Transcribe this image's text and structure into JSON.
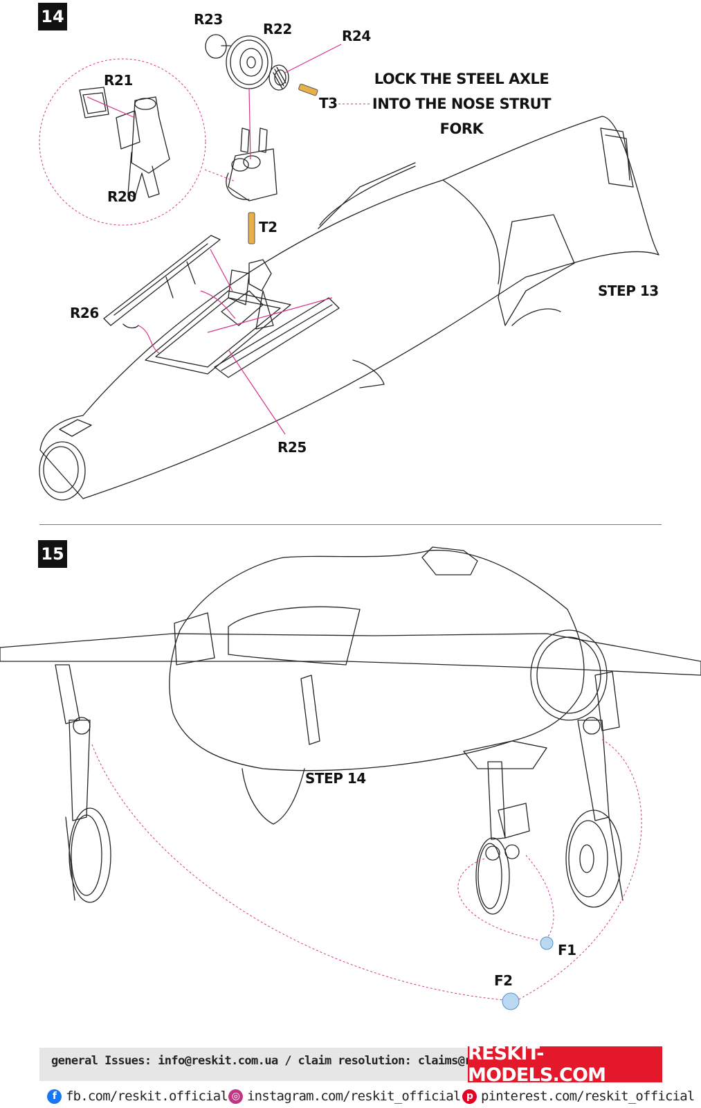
{
  "steps": {
    "step14": {
      "number": "14"
    },
    "step15": {
      "number": "15"
    }
  },
  "labels": {
    "R20": "R20",
    "R21": "R21",
    "R22": "R22",
    "R23": "R23",
    "R24": "R24",
    "R25": "R25",
    "R26": "R26",
    "T2": "T2",
    "T3": "T3",
    "F1": "F1",
    "F2": "F2",
    "step13_ref": "STEP 13",
    "step14_ref": "STEP 14"
  },
  "note": {
    "line1": "LOCK THE STEEL AXLE",
    "line2": "INTO THE NOSE STRUT FORK"
  },
  "footer": {
    "contact": "general Issues: info@reskit.com.ua / claim resolution: claims@reskit.com.ua",
    "brand": "RESKIT-MODELS.COM",
    "facebook": "fb.com/reskit.official",
    "instagram": "instagram.com/reskit_official",
    "pinterest": "pinterest.com/reskit_official"
  },
  "colors": {
    "leader": "#d6338a",
    "brass": "#e8b04a",
    "clear_part": "#b9d9f2",
    "brand_red": "#e3192b",
    "facebook": "#1877f2",
    "instagram": "#c13584",
    "pinterest": "#e60023"
  }
}
